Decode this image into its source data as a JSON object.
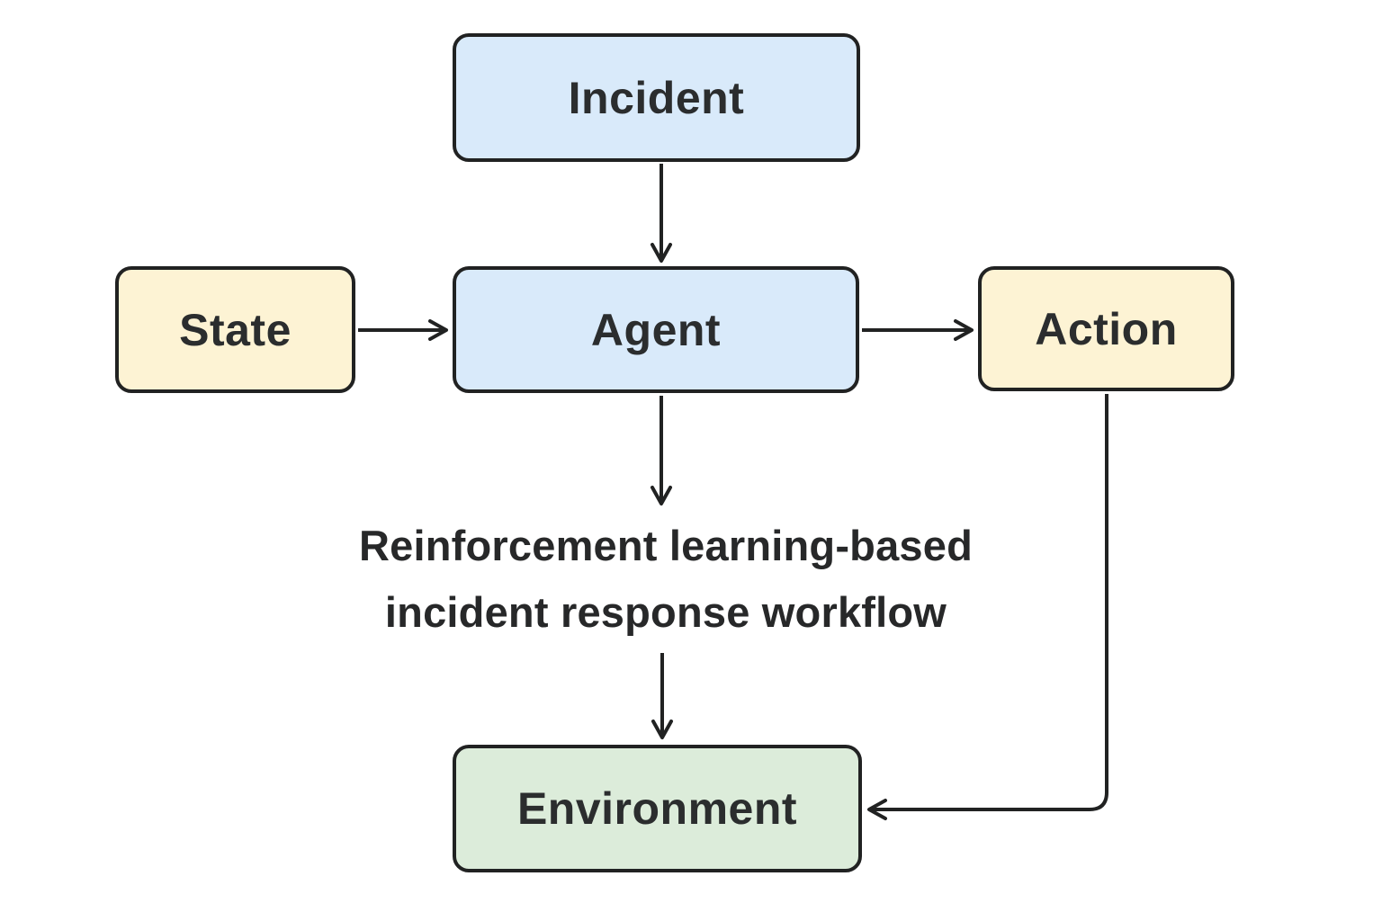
{
  "diagram": {
    "type": "flowchart",
    "caption": {
      "full_text": "Reinforcement learning-based incident response workflow",
      "line1": "Reinforcement learning-based",
      "line2": "incident response workflow"
    },
    "nodes": [
      {
        "id": "incident",
        "label": "Incident",
        "fill": "#d9eafa",
        "role": "input"
      },
      {
        "id": "state",
        "label": "State",
        "fill": "#fdf3d4",
        "role": "input"
      },
      {
        "id": "agent",
        "label": "Agent",
        "fill": "#d9eafa",
        "role": "process"
      },
      {
        "id": "action",
        "label": "Action",
        "fill": "#fdf3d4",
        "role": "output"
      },
      {
        "id": "environment",
        "label": "Environment",
        "fill": "#dcecda",
        "role": "process"
      }
    ],
    "edges": [
      {
        "from": "incident",
        "to": "agent"
      },
      {
        "from": "state",
        "to": "agent"
      },
      {
        "from": "agent",
        "to": "action"
      },
      {
        "from": "agent",
        "to": "caption"
      },
      {
        "from": "caption",
        "to": "environment"
      },
      {
        "from": "action",
        "to": "environment"
      }
    ],
    "colors": {
      "background": "#ffffff",
      "line": "#212222",
      "text": "#2b2d2e",
      "node_blue": "#d9eafa",
      "node_yellow": "#fdf3d4",
      "node_green": "#dcecda"
    }
  }
}
